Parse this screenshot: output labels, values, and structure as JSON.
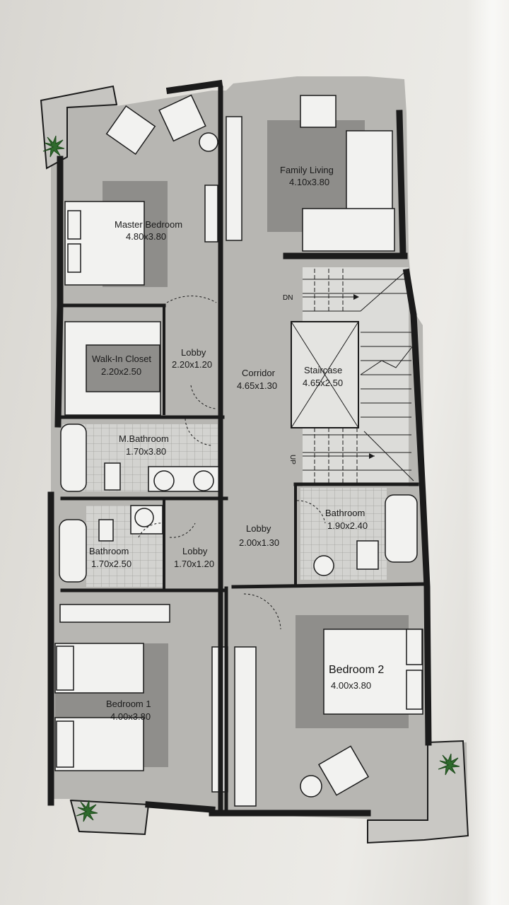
{
  "plan": {
    "rooms": {
      "master_bedroom": {
        "name": "Master Bedroom",
        "size": "4.80x3.80"
      },
      "family_living": {
        "name": "Family Living",
        "size": "4.10x3.80"
      },
      "walk_in_closet": {
        "name": "Walk-In Closet",
        "size": "2.20x2.50"
      },
      "lobby_top": {
        "name": "Lobby",
        "size": "2.20x1.20"
      },
      "corridor": {
        "name": "Corridor",
        "size": "4.65x1.30"
      },
      "staircase": {
        "name": "Staircase",
        "size": "4.65x2.50"
      },
      "m_bathroom": {
        "name": "M.Bathroom",
        "size": "1.70x3.80"
      },
      "bathroom_right": {
        "name": "Bathroom",
        "size": "1.90x2.40"
      },
      "lobby_center": {
        "name": "Lobby",
        "size": "2.00x1.30"
      },
      "bathroom_left": {
        "name": "Bathroom",
        "size": "1.70x2.50"
      },
      "lobby_left": {
        "name": "Lobby",
        "size": "1.70x1.20"
      },
      "bedroom_1": {
        "name": "Bedroom 1",
        "size": "4.00x3.80"
      },
      "bedroom_2": {
        "name": "Bedroom 2",
        "size": "4.00x3.80"
      }
    },
    "stair_marks": {
      "down": "DN",
      "up": "UP"
    }
  },
  "colors": {
    "wall": "#1b1b1b",
    "floor": "#b9b8b4",
    "rug": "#8d8c89",
    "bath_tile": "#cfcfcc"
  }
}
